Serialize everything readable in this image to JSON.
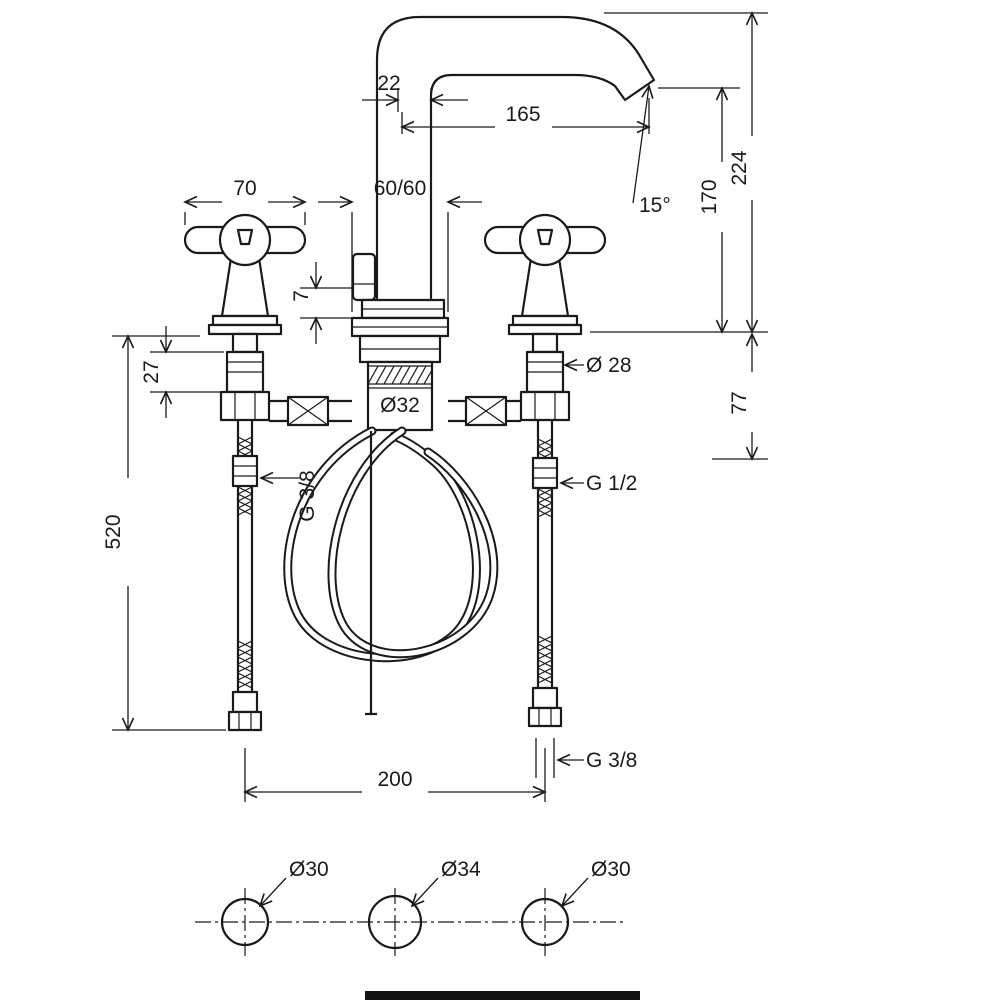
{
  "drawing": {
    "dims": {
      "spout_width": "22",
      "spout_reach": "165",
      "total_height": "224",
      "spout_height": "170",
      "spout_angle": "15°",
      "handle_width": "70",
      "escutcheon": "60/60",
      "deck_offset": "7",
      "clamp_depth": "27",
      "handle_dia": "Ø 28",
      "body_dia": "Ø32",
      "hose_thread_left": "G 3/8",
      "inlet_thread": "G 1/2",
      "hose_length": "520",
      "below_deck": "77",
      "hole_spacing": "200",
      "hose_thread_bottom": "G 3/8",
      "hole_left": "Ø30",
      "hole_center": "Ø34",
      "hole_right": "Ø30"
    }
  }
}
